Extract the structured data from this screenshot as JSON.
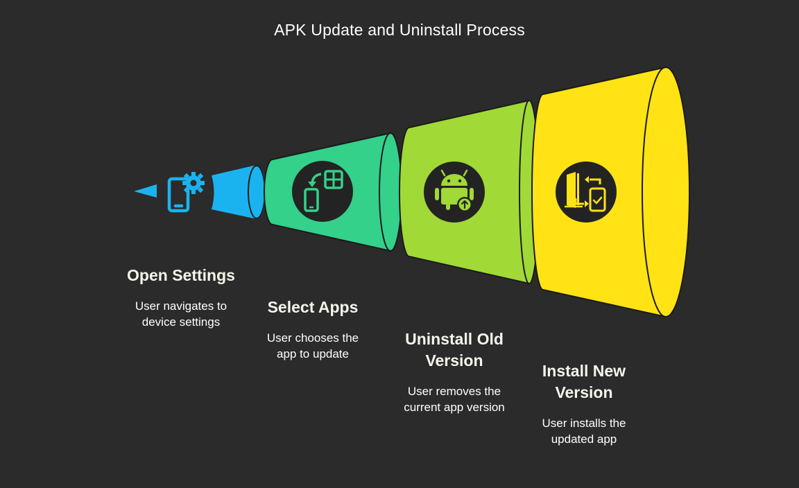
{
  "title": "APK Update and Uninstall Process",
  "colors": {
    "background": "#2b2b2b",
    "stage1": "#1ab3f0",
    "stage2": "#33d18a",
    "stage3": "#a1d936",
    "stage4": "#ffe314",
    "icon_disc": "#232323"
  },
  "steps": [
    {
      "title": "Open Settings",
      "description_lines": [
        "User navigates to",
        "device settings"
      ],
      "icon": "settings-phone-icon",
      "color": "#1ab3f0"
    },
    {
      "title": "Select Apps",
      "description_lines": [
        "User chooses the",
        "app to update"
      ],
      "icon": "phone-select-apps-icon",
      "color": "#33d18a"
    },
    {
      "title_lines": [
        "Uninstall Old",
        "Version"
      ],
      "description_lines": [
        "User removes the",
        "current app version"
      ],
      "icon": "android-update-icon",
      "color": "#a1d936"
    },
    {
      "title_lines": [
        "Install New",
        "Version"
      ],
      "description_lines": [
        "User installs the",
        "updated app"
      ],
      "icon": "door-phone-install-icon",
      "color": "#ffe314"
    }
  ]
}
